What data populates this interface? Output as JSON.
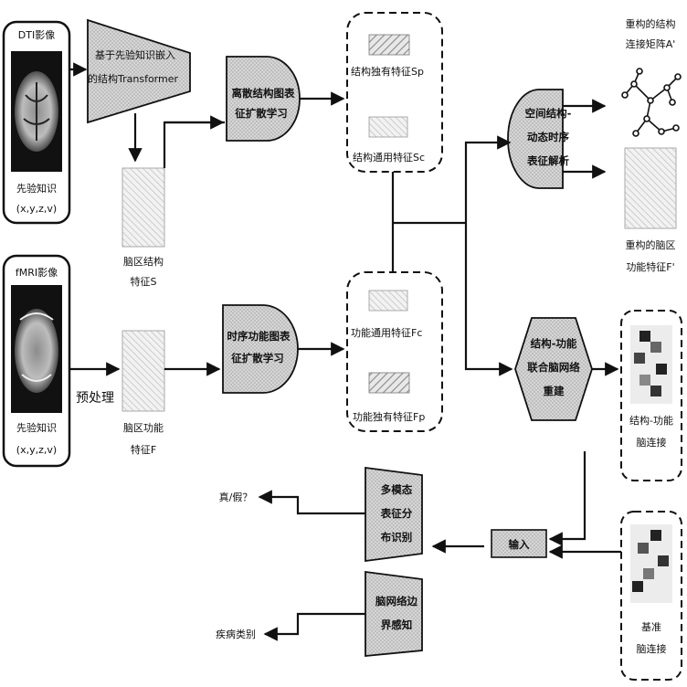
{
  "inputs": {
    "dti": {
      "title": "DTI影像",
      "caption": "先验知识",
      "coords": "(x,y,z,v)"
    },
    "fmri": {
      "title": "fMRI影像",
      "caption": "先验知识",
      "coords": "(x,y,z,v)"
    }
  },
  "transformer": {
    "line1": "基于先验知识嵌入",
    "line2": "的结构Transformer"
  },
  "preprocess": "预处理",
  "struct_feature": {
    "line1": "脑区结构",
    "line2": "特征S"
  },
  "func_feature": {
    "line1": "脑区功能",
    "line2": "特征F"
  },
  "struct_diffusion": {
    "line1": "离散结构图表",
    "line2": "征扩散学习"
  },
  "temporal_diffusion": {
    "line1": "时序功能图表",
    "line2": "征扩散学习"
  },
  "struct_group": {
    "specific": "结构独有特征Sp",
    "common": "结构通用特征Sc"
  },
  "func_group": {
    "common": "功能通用特征Fc",
    "specific": "功能独有特征Fp"
  },
  "spatiotemporal": {
    "line1": "空间结构-",
    "line2": "动态时序",
    "line3": "表征解析"
  },
  "recon_matrix": {
    "line1": "重构的结构",
    "line2": "连接矩阵A'"
  },
  "recon_func": {
    "line1": "重构的脑区",
    "line2": "功能特征F'"
  },
  "joint_network": {
    "line1": "结构-功能",
    "line2": "联合脑网络",
    "line3": "重建"
  },
  "sf_connect": {
    "line1": "结构-功能",
    "line2": "脑连接"
  },
  "input_label": "输入",
  "base_connect": {
    "line1": "基准",
    "line2": "脑连接"
  },
  "distribution": {
    "line1": "多模态",
    "line2": "表征分",
    "line3": "布识别"
  },
  "boundary": {
    "line1": "脑网络边",
    "line2": "界感知"
  },
  "outputs": {
    "authenticity": "真/假？",
    "disease": "疾病类别"
  },
  "colors": {
    "line": "#111111",
    "box_fill": "#d9d9d9",
    "hatch": "#888888"
  }
}
